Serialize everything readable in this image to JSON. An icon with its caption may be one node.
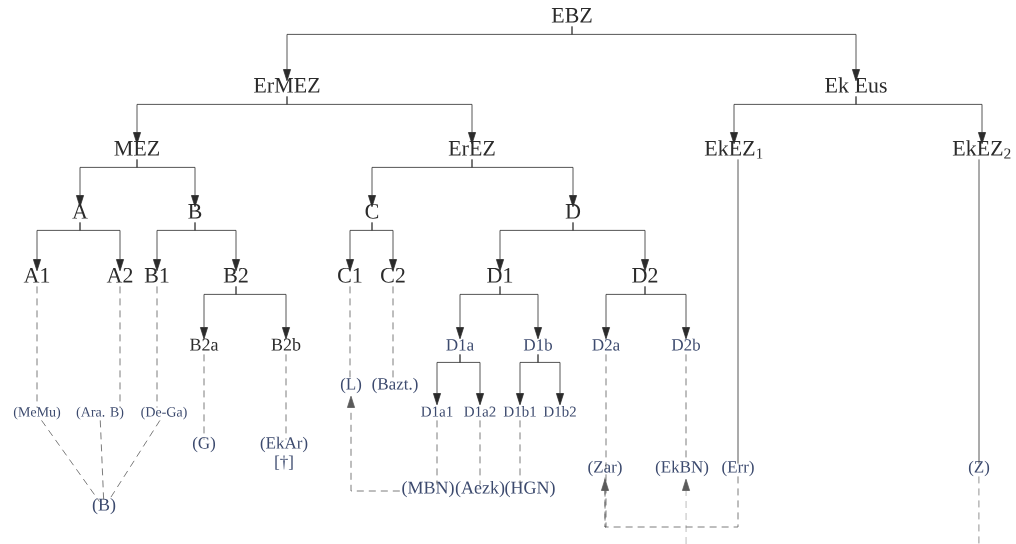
{
  "diagram": {
    "nodes": [
      {
        "text": [
          "EBZ"
        ]
      },
      {
        "text": [
          "ErMEZ"
        ]
      },
      {
        "text": [
          "Ek Eus"
        ]
      },
      {
        "text": [
          "MEZ"
        ]
      },
      {
        "text": [
          "ErEZ"
        ]
      },
      {
        "text": [
          "EkEZ$_{1}$"
        ]
      },
      {
        "text": [
          "EkEZ$_{2}$"
        ]
      },
      {
        "text": [
          "A"
        ]
      },
      {
        "text": [
          "B"
        ]
      },
      {
        "text": [
          "C"
        ]
      },
      {
        "text": [
          "D"
        ]
      },
      {
        "text": [
          "A1"
        ]
      },
      {
        "text": [
          "A2"
        ]
      },
      {
        "text": [
          "B1"
        ]
      },
      {
        "text": [
          "B2"
        ]
      },
      {
        "text": [
          "C1"
        ]
      },
      {
        "text": [
          "C2"
        ]
      },
      {
        "text": [
          "D1"
        ]
      },
      {
        "text": [
          "D2"
        ]
      },
      {
        "text": [
          "B2a"
        ]
      },
      {
        "text": [
          "B2b"
        ]
      },
      {
        "text": [
          "D1a"
        ]
      },
      {
        "text": [
          "D1b"
        ]
      },
      {
        "text": [
          "D2a"
        ]
      },
      {
        "text": [
          "D2b"
        ]
      },
      {
        "text": [
          "(MeMu)"
        ]
      },
      {
        "text": [
          "(Ara. B)"
        ]
      },
      {
        "text": [
          "(De-Ga)"
        ]
      },
      {
        "text": [
          "(G)"
        ]
      },
      {
        "text": [
          "(EkAr)"
        ],
        "beside": [
          "[†]"
        ]
      },
      {
        "text": [
          "(B)"
        ]
      },
      {
        "text": [
          "(L)"
        ]
      },
      {
        "text": [
          "(Bazt.)"
        ]
      },
      {
        "text": [
          "D1a1"
        ]
      },
      {
        "text": [
          "D1a2"
        ]
      },
      {
        "text": [
          "D1b1"
        ]
      },
      {
        "text": [
          "D1b2"
        ]
      },
      {
        "text": [
          "(MBN)"
        ]
      },
      {
        "text": [
          "(Aezk)"
        ]
      },
      {
        "text": [
          "(HGN)"
        ]
      },
      {
        "text": [
          "(Zar)"
        ]
      },
      {
        "text": [
          "(EkBN)"
        ]
      },
      {
        "text": [
          "(Err)"
        ]
      },
      {
        "text": [
          "(Z)"
        ]
      }
    ],
    "edges": [
      {
        "from": 0,
        "to": 1,
        "arrow": "to"
      },
      {
        "from": 0,
        "to": 2,
        "arrow": "to"
      },
      {
        "from": 1,
        "to": 3,
        "arrow": "to"
      },
      {
        "from": 1,
        "to": 4,
        "arrow": "to"
      },
      {
        "from": 2,
        "to": 5,
        "arrow": "to"
      },
      {
        "from": 2,
        "to": 6,
        "arrow": "to"
      },
      {
        "from": 3,
        "to": 7,
        "arrow": "to"
      },
      {
        "from": 3,
        "to": 8,
        "arrow": "to"
      },
      {
        "from": 4,
        "to": 9,
        "arrow": "to"
      },
      {
        "from": 4,
        "to": 10,
        "arrow": "to"
      },
      {
        "from": 7,
        "to": 11,
        "arrow": "to"
      },
      {
        "from": 7,
        "to": 12,
        "arrow": "to"
      },
      {
        "from": 8,
        "to": 13,
        "arrow": "to"
      },
      {
        "from": 8,
        "to": 14,
        "arrow": "to"
      },
      {
        "from": 9,
        "to": 15,
        "arrow": "to"
      },
      {
        "from": 9,
        "to": 16,
        "arrow": "to"
      },
      {
        "from": 10,
        "to": 17,
        "arrow": "to"
      },
      {
        "from": 10,
        "to": 18,
        "arrow": "to"
      },
      {
        "from": 14,
        "to": 19,
        "arrow": "to"
      },
      {
        "from": 14,
        "to": 20,
        "arrow": "to"
      },
      {
        "from": 17,
        "to": 21,
        "arrow": "to"
      },
      {
        "from": 17,
        "to": 22,
        "arrow": "to"
      },
      {
        "from": 18,
        "to": 23,
        "arrow": "to"
      },
      {
        "from": 18,
        "to": 24,
        "arrow": "to"
      },
      {
        "from": 21,
        "to": 33,
        "arrow": "to"
      },
      {
        "from": 21,
        "to": 34,
        "arrow": "to"
      },
      {
        "from": 22,
        "to": 35,
        "arrow": "to"
      },
      {
        "from": 22,
        "to": 36,
        "arrow": "to"
      },
      {
        "from": 5,
        "to": 42,
        "arrow": "none"
      },
      {
        "from": 6,
        "to": 43,
        "arrow": "none"
      },
      {
        "from": 11,
        "to": 25,
        "arrow": "none",
        "style": "dashed",
        "color": "#5a5a5a"
      },
      {
        "from": 12,
        "to": 26,
        "arrow": "none",
        "style": "dashed",
        "color": "#5a5a5a"
      },
      {
        "from": 13,
        "to": 27,
        "arrow": "none",
        "style": "dashed",
        "color": "#5a5a5a"
      },
      {
        "from": 19,
        "to": 28,
        "arrow": "none",
        "style": "dashed",
        "color": "#5a5a5a"
      },
      {
        "from": 20,
        "to": 29,
        "arrow": "none",
        "style": "dashed",
        "color": "#5a5a5a"
      },
      {
        "from": 25,
        "to": 30,
        "arrow": "none",
        "style": "dashed",
        "color": "#5a5a5a"
      },
      {
        "from": 26,
        "to": 30,
        "arrow": "none",
        "style": "dashed",
        "color": "#5a5a5a"
      },
      {
        "from": 27,
        "to": 30,
        "arrow": "none",
        "style": "dashed",
        "color": "#5a5a5a"
      },
      {
        "from": 15,
        "to": 31,
        "arrow": "none",
        "style": "dashed",
        "color": "#5a5a5a"
      },
      {
        "from": 16,
        "to": 32,
        "arrow": "none",
        "style": "dashed",
        "color": "#5a5a5a"
      },
      {
        "from": 33,
        "to": 37,
        "arrow": "none",
        "style": "dashed",
        "color": "#5a5a5a"
      },
      {
        "from": 34,
        "to": 38,
        "arrow": "none",
        "style": "dashed",
        "color": "#5a5a5a"
      },
      {
        "from": 35,
        "to": 39,
        "arrow": "none",
        "style": "dashed",
        "color": "#5a5a5a"
      },
      {
        "from": 37,
        "to": 31,
        "arrow": "to",
        "style": "dashed",
        "color": "#5a5a5a"
      },
      {
        "from": 23,
        "to": 40,
        "arrow": "none",
        "style": "dashed",
        "color": "#5a5a5a"
      },
      {
        "from": 24,
        "to": 41,
        "arrow": "none",
        "style": "dashed",
        "color": "#5a5a5a"
      },
      {
        "from": 42,
        "to": 40,
        "arrow": "to",
        "style": "dashed",
        "color": "#5a5a5a"
      },
      {
        "from": null,
        "to": 41,
        "arrow": "to",
        "style": "dashed",
        "color": "#5a5a5a"
      },
      {
        "from": 43,
        "to": null,
        "arrow": "none",
        "style": "dashed",
        "color": "#5a5a5a"
      }
    ]
  }
}
